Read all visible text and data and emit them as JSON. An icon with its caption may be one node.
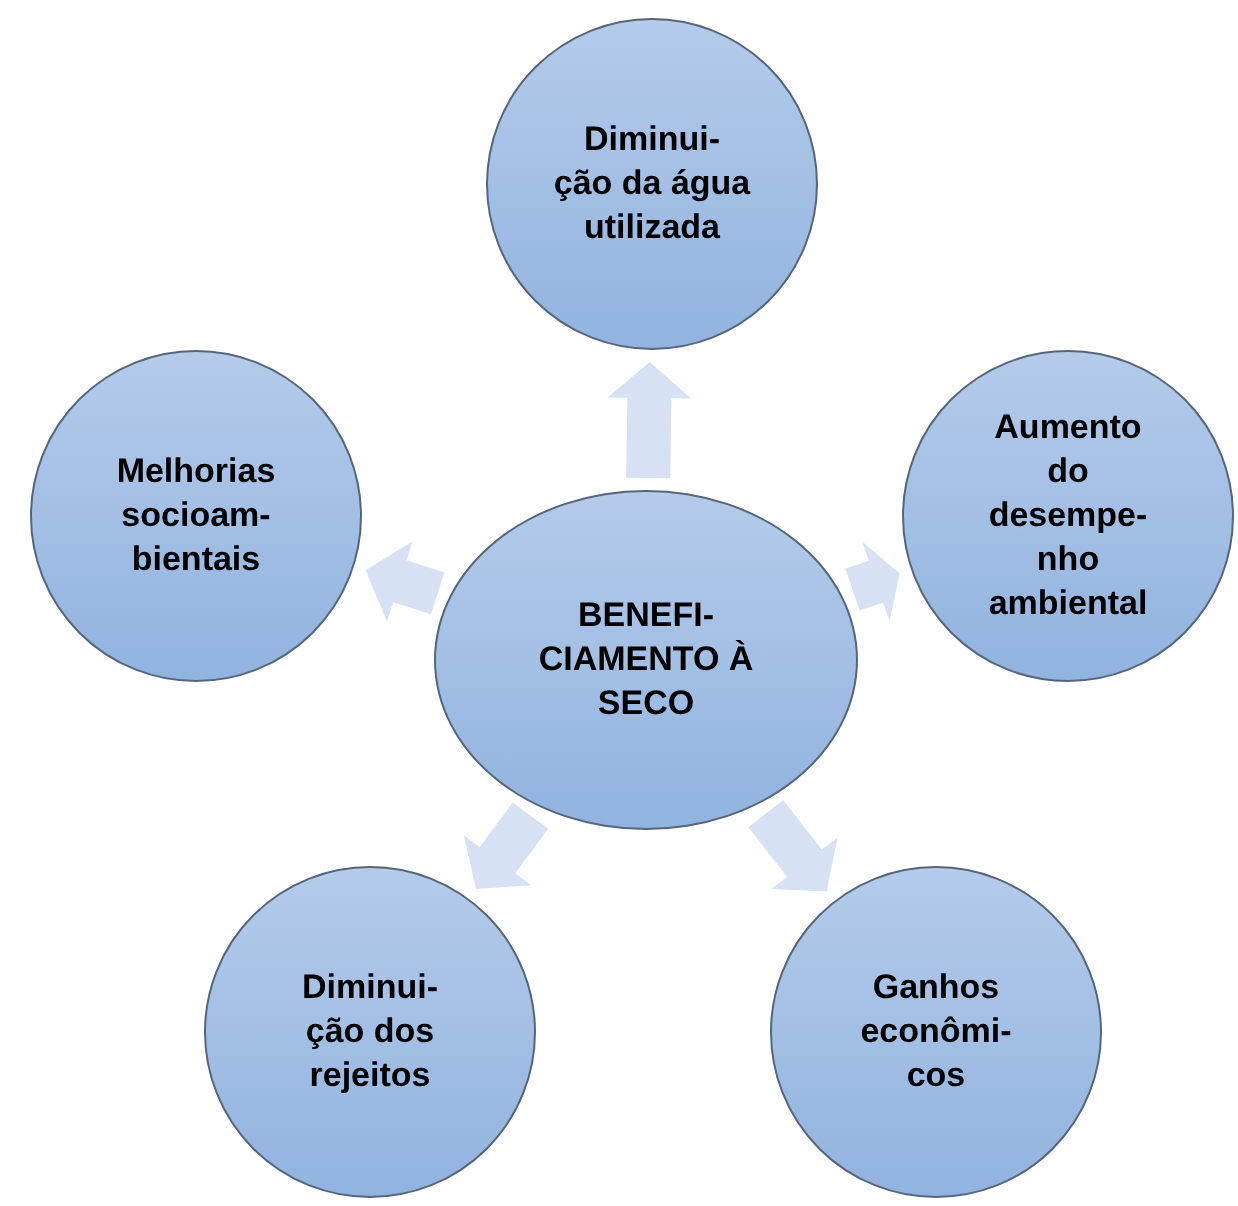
{
  "diagram": {
    "nodes": [
      {
        "text": [
          "Diminui- ção da água utilizada"
        ]
      },
      {
        "text": [
          "Melhorias socioam- bientais"
        ]
      },
      {
        "text": [
          "Aumento do desempe- nho ambiental"
        ]
      },
      {
        "text": [
          "BENEFI- CIAMENTO À SECO"
        ]
      },
      {
        "text": [
          "Diminui- ção dos rejeitos"
        ]
      },
      {
        "text": [
          "Ganhos econômi- cos"
        ]
      }
    ],
    "edges": [
      {
        "from": 3,
        "to": 0,
        "arrow": "to"
      },
      {
        "from": 3,
        "to": 1,
        "arrow": "to"
      },
      {
        "from": 3,
        "to": 2,
        "arrow": "to"
      },
      {
        "from": 3,
        "to": 4,
        "arrow": "to"
      },
      {
        "from": 3,
        "to": 5,
        "arrow": "to"
      }
    ]
  }
}
